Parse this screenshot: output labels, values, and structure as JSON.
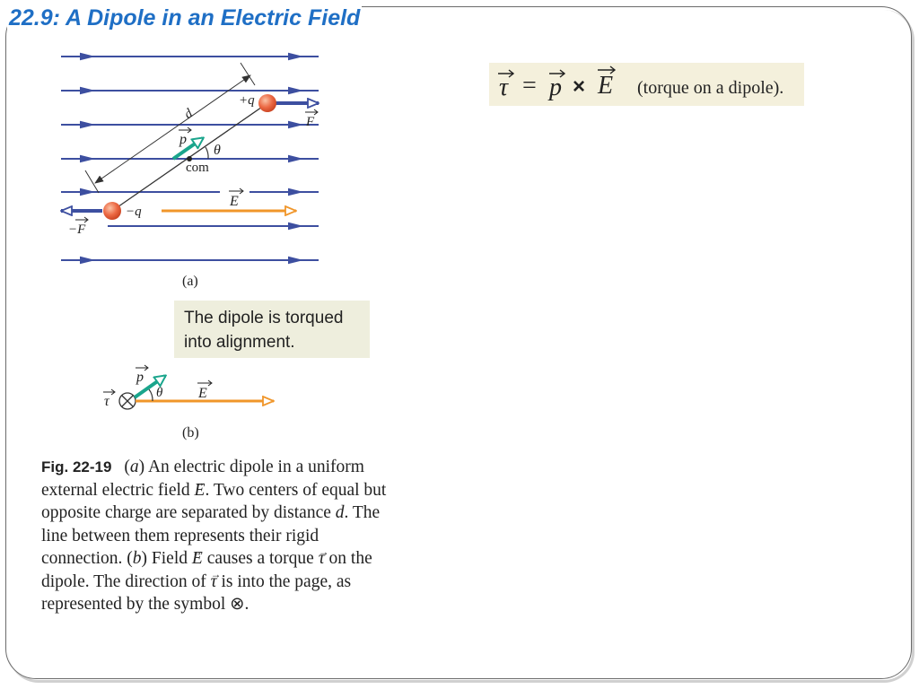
{
  "slide": {
    "title": "22.9: A Dipole in an Electric Field"
  },
  "figure_a": {
    "panel_label": "(a)",
    "charge_pos": "+q",
    "charge_neg": "−q",
    "dist": "d",
    "dipole": "p",
    "angle": "θ",
    "com": "com",
    "field": "E",
    "force": "F",
    "neg_force": "−F"
  },
  "callout": {
    "text": "The dipole is torqued into alignment."
  },
  "figure_b": {
    "panel_label": "(b)",
    "torque": "τ",
    "dipole": "p",
    "angle": "θ",
    "field": "E"
  },
  "equation": {
    "tau": "τ",
    "equals": "=",
    "p": "p",
    "cross": "×",
    "E": "E",
    "note": "(torque on a dipole)."
  },
  "caption": {
    "label": "Fig. 22-19",
    "p1": "(",
    "a": "a",
    "p2": ") An electric dipole in a uniform external electric field ",
    "E1": "E",
    "p3": ". Two centers of equal but opposite charge are separated by distance ",
    "d": "d",
    "p4": ". The line between them represents their rigid connection. (",
    "b": "b",
    "p5": ") Field ",
    "E2": "E",
    "p6": " causes a torque ",
    "tau1": "τ",
    "p7": " on the dipole. The direction of ",
    "tau2": "τ",
    "p8": " is into the page, as represented by the symbol ⊗."
  },
  "colors": {
    "title": "#1f6fc5",
    "field_lines": "#3d4fa0",
    "charge": "#e8573a",
    "dipole_arrow": "#1aa58c",
    "field_arrow": "#f0962a",
    "callout_bg": "#eeeedd",
    "equation_bg": "#f4f0dc"
  }
}
